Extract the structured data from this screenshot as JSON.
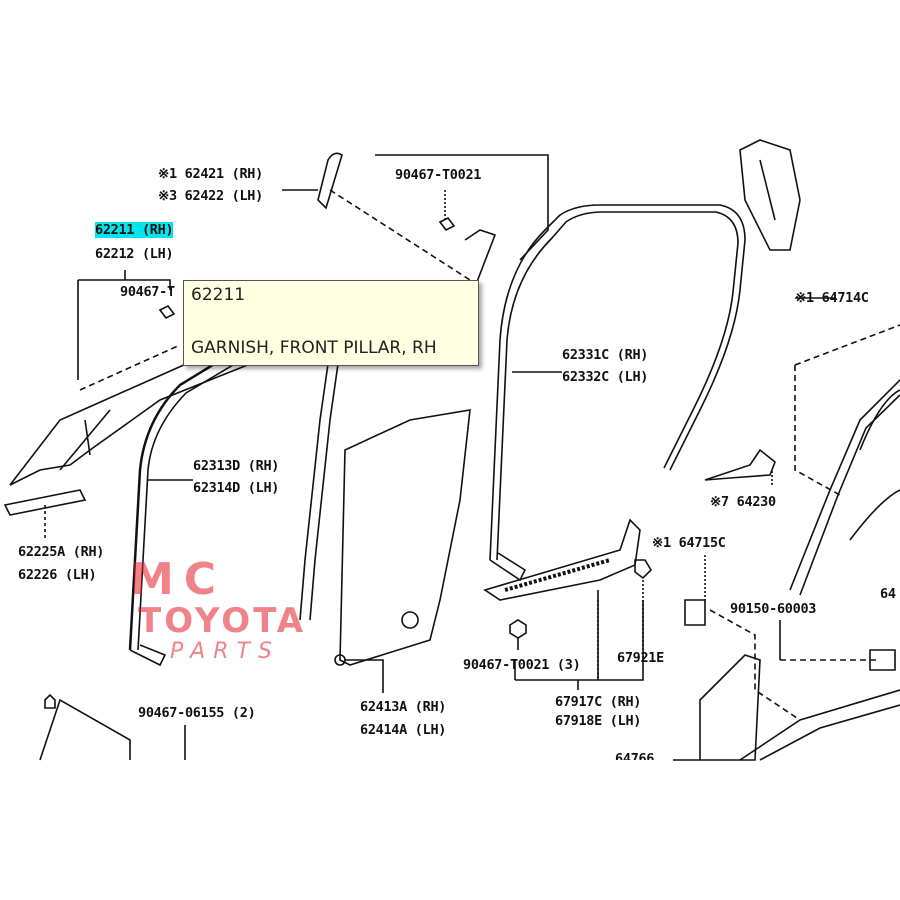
{
  "labels": {
    "l62421": "※1 62421 (RH)",
    "l62422": "※3 62422 (LH)",
    "l90467_t0021_top": "90467-T0021",
    "l62211": "62211 (RH)",
    "l62212": "62212 (LH)",
    "l90467_partial": "90467-T",
    "l62331c": "62331C (RH)",
    "l62332c": "62332C (LH)",
    "l64714c": "※1 64714C",
    "l62313d": "62313D (RH)",
    "l62314d": "62314D (LH)",
    "l62225a": "62225A (RH)",
    "l62226": "62226 (LH)",
    "l64230": "※7 64230",
    "l64715c": "※1 64715C",
    "l90150": "90150-60003",
    "l64edge": "64",
    "l90467_t0021_3": "90467-T0021 (3)",
    "l67921e": "67921E",
    "l67917c": "67917C (RH)",
    "l67918e": "67918E (LH)",
    "l90467_06155": "90467-06155 (2)",
    "l62413a": "62413A (RH)",
    "l62414a": "62414A (LH)",
    "l64766": "64766"
  },
  "tooltip": {
    "part_number": "62211",
    "description": "GARNISH, FRONT PILLAR, RH"
  },
  "watermark": {
    "line1": "MC",
    "line2": "TOYOTA",
    "line3": "PARTS"
  },
  "colors": {
    "highlight": "#00e5ee",
    "tooltip_bg": "#ffffe1",
    "watermark": "#e11e28"
  }
}
